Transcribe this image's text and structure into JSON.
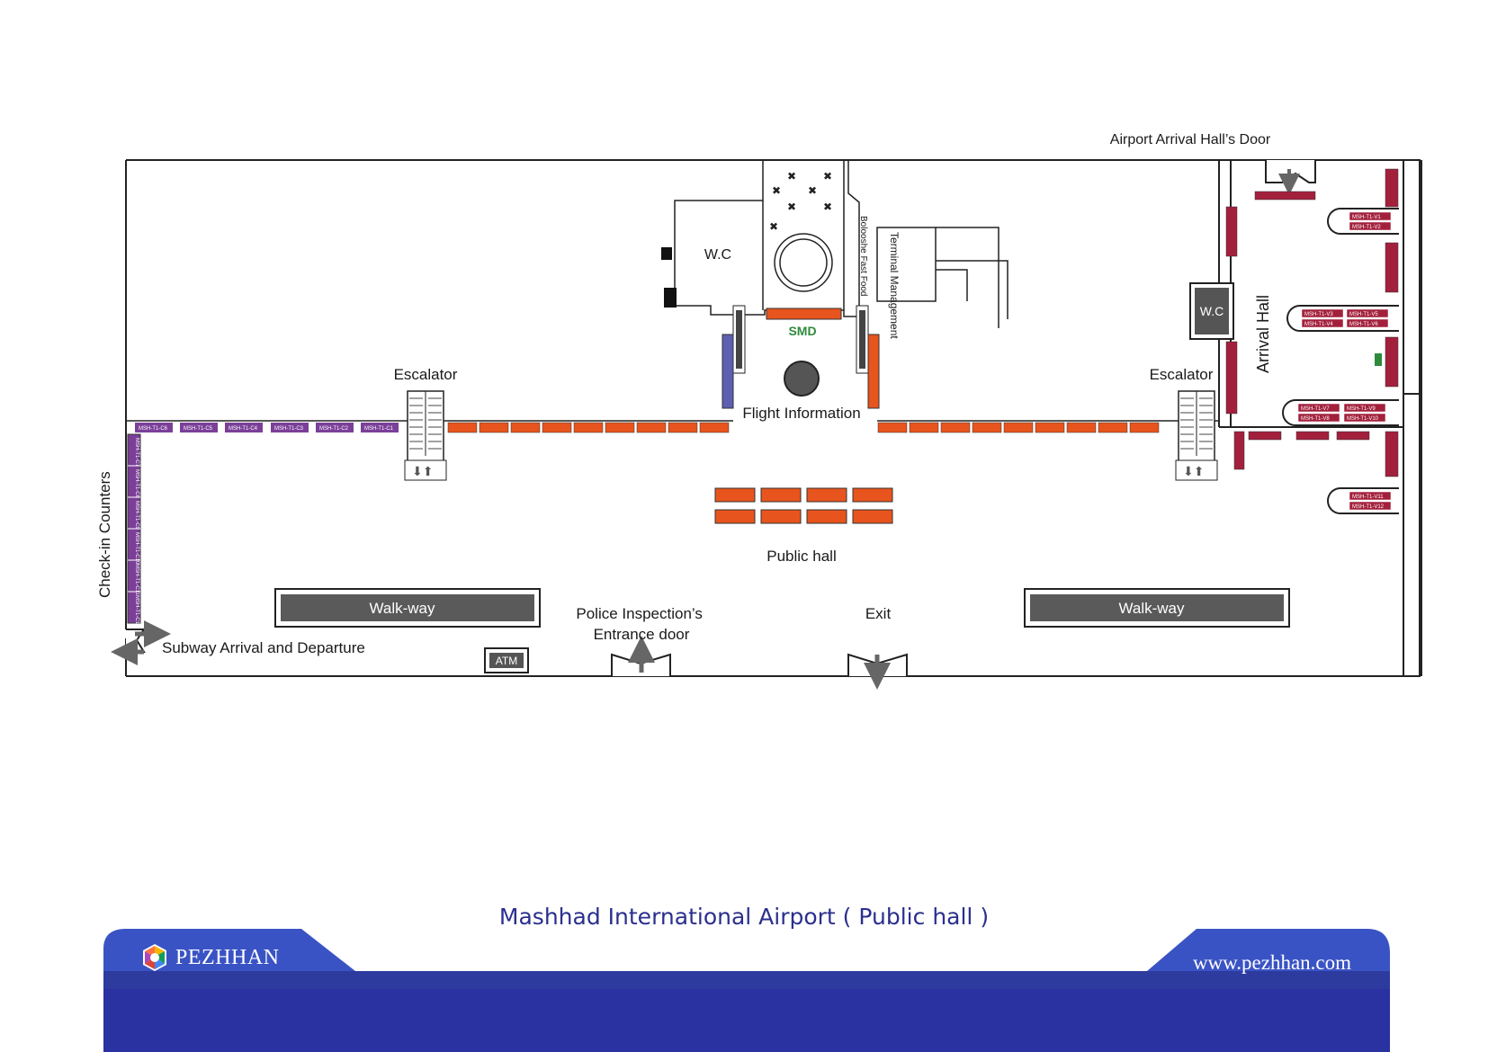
{
  "labels": {
    "arrival_door": "Airport Arrival Hall’s Door",
    "wc": "W.C",
    "fast_food": "Bolooshe Fast Food",
    "terminal_management": "Terminal Management",
    "smd": "SMD",
    "flight_information": "Flight Information",
    "escalator": "Escalator",
    "arrival_hall": "Arrival Hall",
    "check_in": "Check-in Counters",
    "public_hall": "Public hall",
    "walkway": "Walk-way",
    "subway": "Subway Arrival and Departure",
    "atm": "ATM",
    "police_line1": "Police Inspection’s",
    "police_line2": "Entrance door",
    "exit": "Exit"
  },
  "checkin_top": [
    "MSH-T1-C6",
    "MSH-T1-C5",
    "MSH-T1-C4",
    "MSH-T1-C3",
    "MSH-T1-C2",
    "MSH-T1-C1"
  ],
  "checkin_left": [
    "MSH-T1-C7",
    "MSH-T1-C8",
    "MSH-T1-C9",
    "MSH-T1-C10",
    "MSH-T1-C11",
    "MSH-T1-C12"
  ],
  "arrival_booths": [
    "MSH-T1-V1",
    "MSH-T1-V2",
    "MSH-T1-V3",
    "MSH-T1-V4",
    "MSH-T1-V5",
    "MSH-T1-V6",
    "MSH-T1-V7",
    "MSH-T1-V8",
    "MSH-T1-V9",
    "MSH-T1-V10",
    "MSH-T1-V11",
    "MSH-T1-V12"
  ],
  "footer": {
    "title": "Mashhad International Airport ( Public hall )",
    "brand": "PEZHHAN",
    "website": "www.pezhhan.com"
  },
  "colors": {
    "purple": "#7b3f98",
    "orange": "#e8541d",
    "maroon": "#a3203c",
    "blue": "#5d5fb0",
    "grey": "#5a5a5a",
    "green": "#2e8b3c",
    "navy": "#262d8a"
  }
}
